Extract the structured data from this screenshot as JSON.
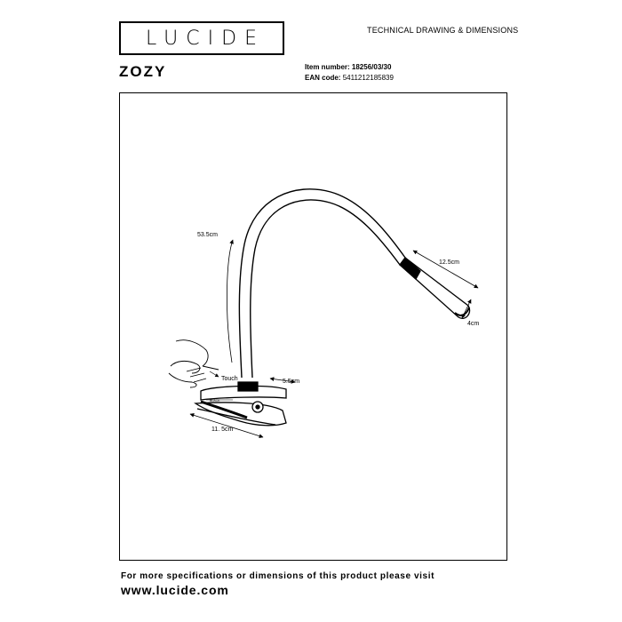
{
  "brand": {
    "logo_text": "LUCIDE"
  },
  "header": {
    "label": "TECHNICAL DRAWING & DIMENSIONS"
  },
  "product": {
    "name": "ZOZY",
    "item_number_label": "Item number:",
    "item_number": "18256/03/30",
    "ean_label": "EAN code:",
    "ean": "5411212185839"
  },
  "drawing": {
    "dimensions": {
      "arm_length": "53.5cm",
      "head_length": "12.5cm",
      "head_width": "4cm",
      "clip_height": "5.5cm",
      "clip_length": "11. 5cm"
    },
    "touch_label": "Touch"
  },
  "footer": {
    "line": "For more specifications or dimensions of this product please visit",
    "url": "www.lucide.com"
  }
}
